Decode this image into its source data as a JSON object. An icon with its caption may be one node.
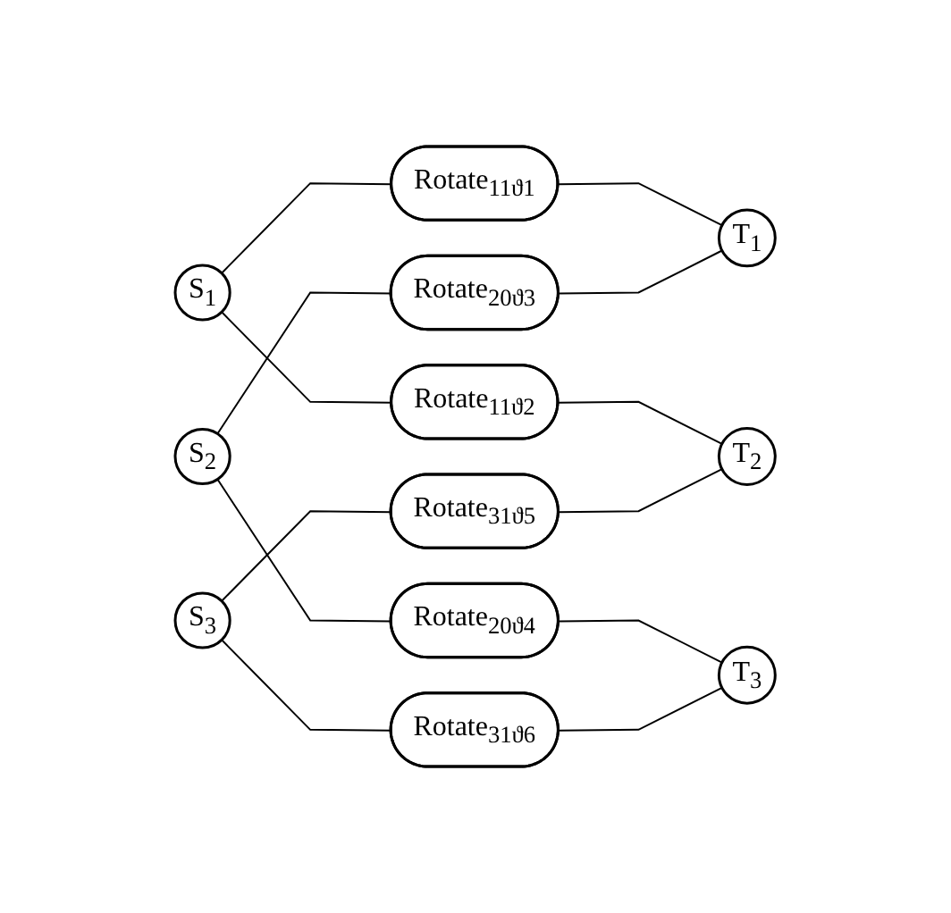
{
  "diagram": {
    "nodes": [
      {
        "text": [
          "S$_{1}$"
        ]
      },
      {
        "text": [
          "S$_{2}$"
        ]
      },
      {
        "text": [
          "S$_{3}$"
        ]
      },
      {
        "text": [
          "Rotate$_{11ϑ1}$"
        ]
      },
      {
        "text": [
          "Rotate$_{11ϑ2}$"
        ]
      },
      {
        "text": [
          "Rotate$_{20ϑ3}$"
        ]
      },
      {
        "text": [
          "Rotate$_{20ϑ4}$"
        ]
      },
      {
        "text": [
          "Rotate$_{31ϑ5}$"
        ]
      },
      {
        "text": [
          "Rotate$_{31ϑ6}$"
        ]
      },
      {
        "text": [
          "T$_{1}$"
        ]
      },
      {
        "text": [
          "T$_{2}$"
        ]
      },
      {
        "text": [
          "T$_{3}$"
        ]
      }
    ],
    "edges": [
      {
        "from": 0,
        "to": 3,
        "arrow": "none"
      },
      {
        "from": 0,
        "to": 4,
        "arrow": "none"
      },
      {
        "from": 1,
        "to": 5,
        "arrow": "none"
      },
      {
        "from": 1,
        "to": 6,
        "arrow": "none"
      },
      {
        "from": 2,
        "to": 7,
        "arrow": "none"
      },
      {
        "from": 2,
        "to": 8,
        "arrow": "none"
      },
      {
        "from": 3,
        "to": 9,
        "arrow": "none"
      },
      {
        "from": 4,
        "to": 10,
        "arrow": "none"
      },
      {
        "from": 5,
        "to": 9,
        "arrow": "none"
      },
      {
        "from": 6,
        "to": 11,
        "arrow": "none"
      },
      {
        "from": 7,
        "to": 10,
        "arrow": "none"
      },
      {
        "from": 8,
        "to": 11,
        "arrow": "none"
      }
    ]
  }
}
